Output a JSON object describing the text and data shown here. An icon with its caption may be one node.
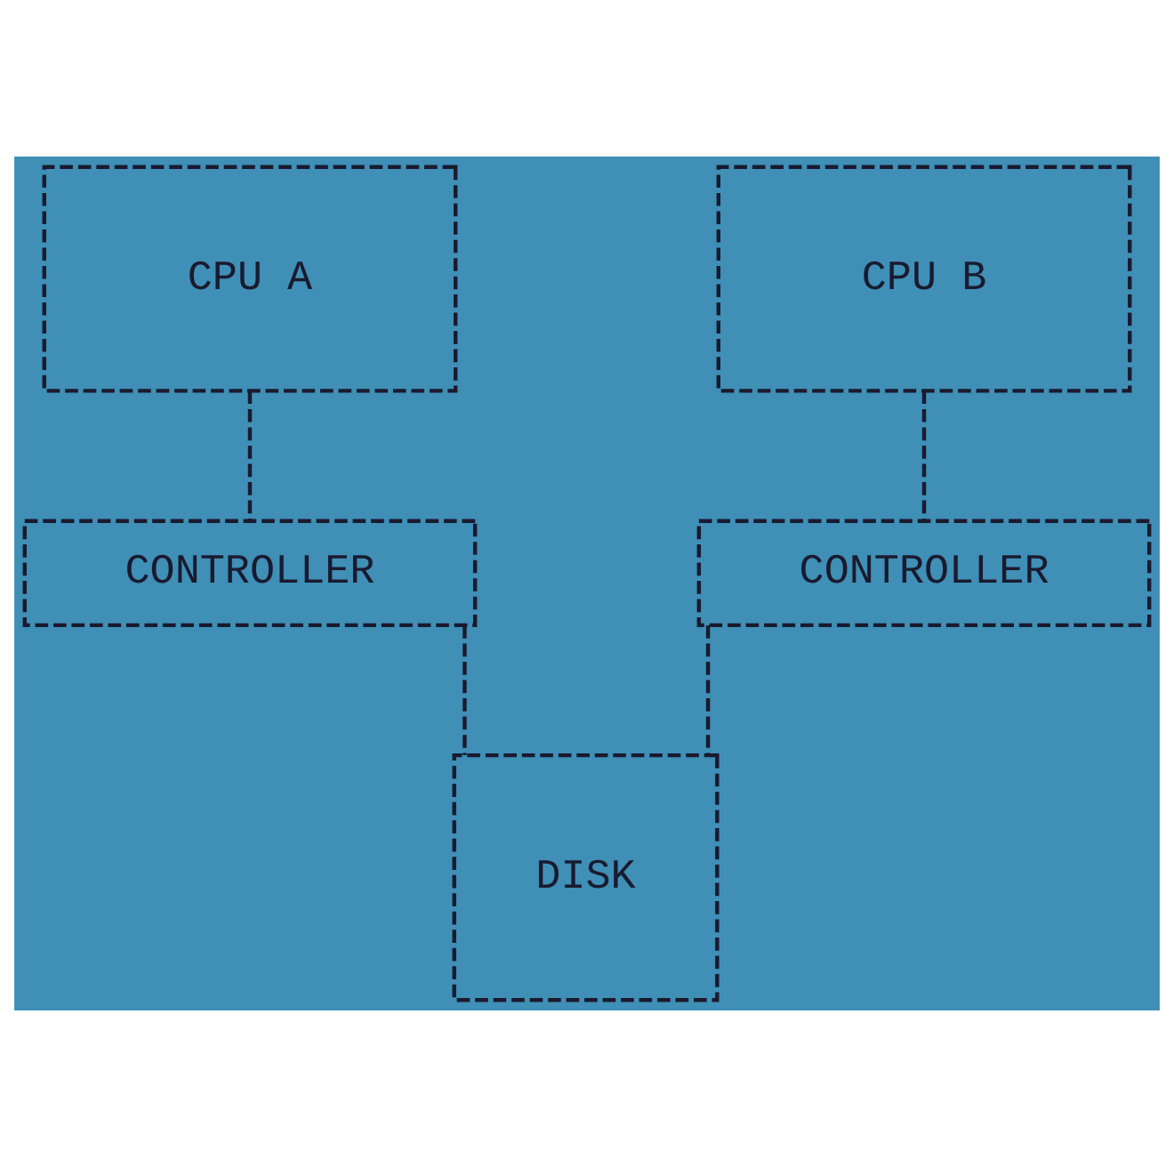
{
  "diagram": {
    "nodes": [
      {
        "text": [
          "CPU A"
        ]
      },
      {
        "text": [
          "CPU B"
        ]
      },
      {
        "text": [
          "CONTROLLER"
        ]
      },
      {
        "text": [
          "CONTROLLER"
        ]
      },
      {
        "text": [
          "DISK"
        ]
      }
    ],
    "edges": [
      {
        "from": 0,
        "to": 2,
        "arrow": "none"
      },
      {
        "from": 1,
        "to": 3,
        "arrow": "none"
      },
      {
        "from": 2,
        "to": 4,
        "arrow": "none"
      },
      {
        "from": 3,
        "to": 4,
        "arrow": "none"
      }
    ]
  }
}
